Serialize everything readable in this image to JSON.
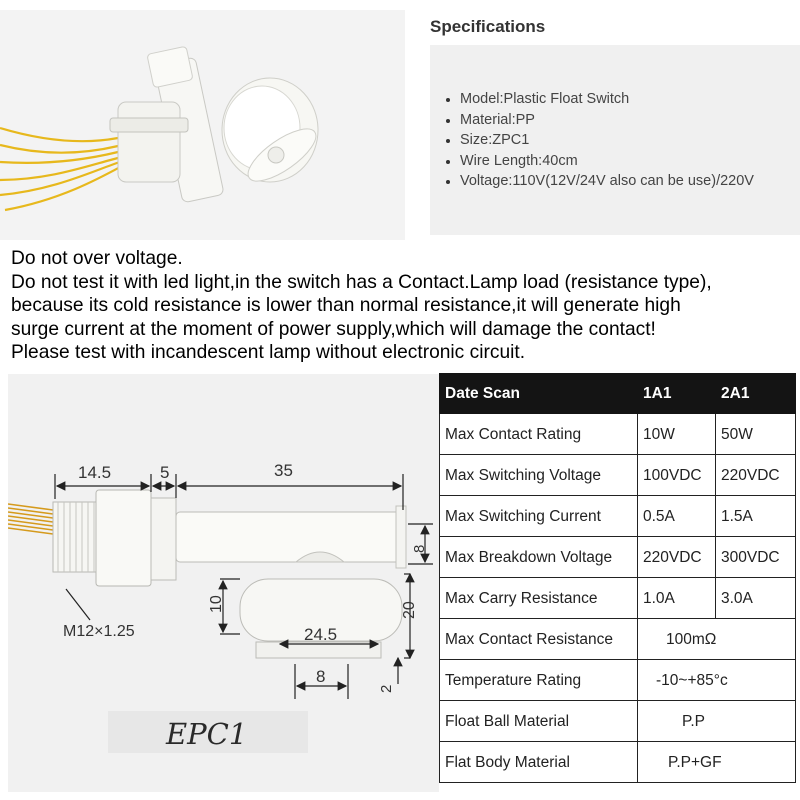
{
  "specifications": {
    "title": "Specifications",
    "items": [
      "Model:Plastic Float Switch",
      "Material:PP",
      "Size:ZPC1",
      "Wire Length:40cm",
      "Voltage:110V(12V/24V also can be use)/220V"
    ]
  },
  "notes": [
    "Do not over voltage.",
    "Do not test it with led light,in the switch has a Contact.Lamp load (resistance type),",
    "because its cold resistance is lower than normal resistance,it will generate high",
    "surge current at the moment of power supply,which will damage the contact!",
    "Please test with incandescent lamp without electronic circuit."
  ],
  "drawing": {
    "dim_14_5": "14.5",
    "dim_5": "5",
    "dim_35": "35",
    "dim_8_vertical": "8",
    "dim_10": "10",
    "dim_20": "20",
    "dim_24_5": "24.5",
    "dim_8_bottom": "8",
    "dim_2": "2",
    "thread_label": "M12×1.25",
    "model_label": "EPC1"
  },
  "table": {
    "header": [
      "Date Scan",
      "1A1",
      "2A1"
    ],
    "rows": [
      {
        "label": "Max Contact Rating",
        "v1": "10W",
        "v2": "50W"
      },
      {
        "label": "Max Switching Voltage",
        "v1": "100VDC",
        "v2": "220VDC"
      },
      {
        "label": "Max Switching Current",
        "v1": "0.5A",
        "v2": "1.5A"
      },
      {
        "label": "Max Breakdown Voltage",
        "v1": "220VDC",
        "v2": "300VDC"
      },
      {
        "label": "Max Carry Resistance",
        "v1": "1.0A",
        "v2": "3.0A"
      }
    ],
    "merged_rows": [
      {
        "label": "Max Contact Resistance",
        "value": "100mΩ"
      },
      {
        "label": "Temperature Rating",
        "value": "-10~+85°c"
      },
      {
        "label": "Float Ball Material",
        "value": "P.P"
      },
      {
        "label": "Flat Body Material",
        "value": "P.P+GF"
      }
    ]
  },
  "colors": {
    "wire_yellow": "#e7b81c",
    "plastic_white": "#f7f7f4",
    "header_bg": "#141414",
    "spec_box_bg": "#f0f0f0"
  }
}
